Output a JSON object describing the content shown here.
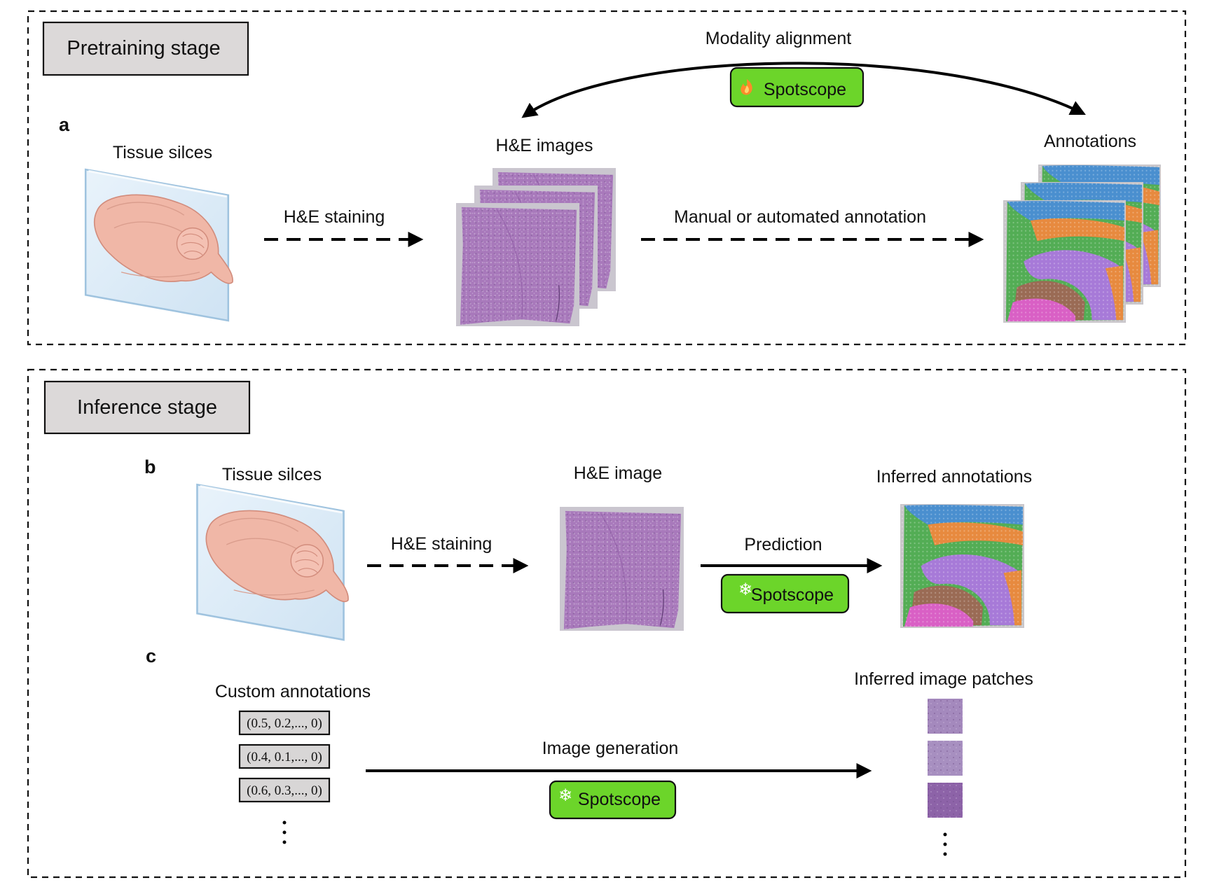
{
  "stages": {
    "pretraining": {
      "title": "Pretraining stage",
      "panel_letter": "a",
      "tissue_label": "Tissue silces",
      "staining_label": "H&E staining",
      "he_label": "H&E images",
      "annotation_step_label": "Manual or automated annotation",
      "annotations_label": "Annotations",
      "alignment_label": "Modality alignment",
      "model_badge": {
        "label": "Spotscope",
        "icon": "flame-icon",
        "state": "trainable"
      }
    },
    "inference": {
      "title": "Inference stage",
      "b": {
        "panel_letter": "b",
        "tissue_label": "Tissue silces",
        "staining_label": "H&E staining",
        "he_label": "H&E image",
        "prediction_label": "Prediction",
        "model_badge": {
          "label": "Spotscope",
          "icon": "snowflake-icon",
          "state": "frozen"
        },
        "inferred_label": "Inferred annotations"
      },
      "c": {
        "panel_letter": "c",
        "custom_label": "Custom annotations",
        "vectors": [
          "(0.5, 0.2,..., 0)",
          "(0.4, 0.1,..., 0)",
          "(0.6, 0.3,..., 0)"
        ],
        "generation_label": "Image generation",
        "model_badge": {
          "label": "Spotscope",
          "icon": "snowflake-icon",
          "state": "frozen"
        },
        "patches_label": "Inferred image patches"
      }
    }
  },
  "colors": {
    "badge_fill": "#6cd52a",
    "stage_box_fill": "#dcd9d9",
    "he_tissue": "#a879bb",
    "annotation_layers": [
      "#d960c5",
      "#9a6b55",
      "#a77ad8",
      "#53ad55",
      "#e78a3f",
      "#4a8fcf"
    ]
  }
}
